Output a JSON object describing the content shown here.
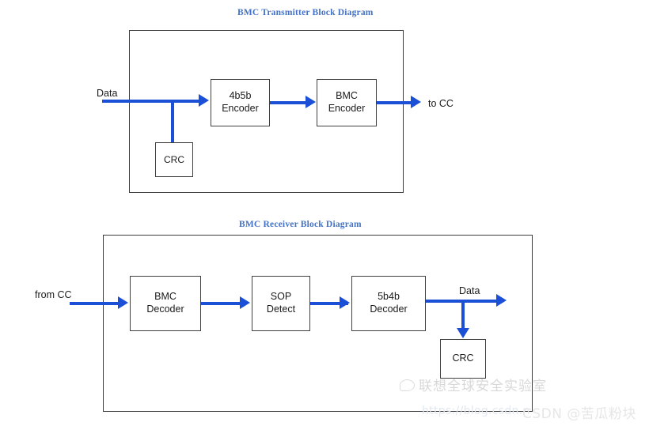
{
  "page": {
    "background": "#ffffff",
    "accent_blue": "#1a4fd6",
    "title_color": "#4472c4",
    "block_border": "#404040"
  },
  "transmitter": {
    "title": "BMC Transmitter Block Diagram",
    "input_label": "Data",
    "output_label": "to CC",
    "blocks": [
      {
        "id": "4b5b-encoder",
        "line1": "4b5b",
        "line2": "Encoder"
      },
      {
        "id": "bmc-encoder",
        "line1": "BMC",
        "line2": "Encoder"
      },
      {
        "id": "crc",
        "line1": "CRC",
        "line2": ""
      }
    ]
  },
  "receiver": {
    "title": "BMC Receiver Block Diagram",
    "input_label": "from CC",
    "output_label": "Data",
    "blocks": [
      {
        "id": "bmc-decoder",
        "line1": "BMC",
        "line2": "Decoder"
      },
      {
        "id": "sop-detect",
        "line1": "SOP",
        "line2": "Detect"
      },
      {
        "id": "5b4b-decoder",
        "line1": "5b4b",
        "line2": "Decoder"
      },
      {
        "id": "crc",
        "line1": "CRC",
        "line2": ""
      }
    ]
  },
  "watermarks": {
    "lab": "联想全球安全实验室",
    "url": "https://blog.csdn.n",
    "csdn": "CSDN @苦瓜粉块"
  }
}
